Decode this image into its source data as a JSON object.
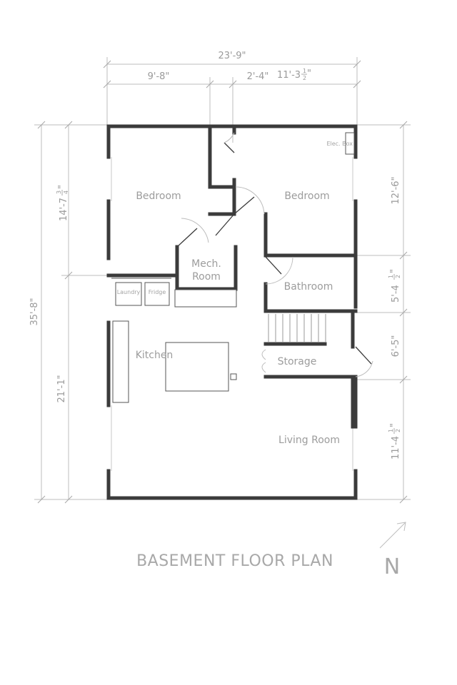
{
  "dimensions": {
    "overall_width": "23'-9\"",
    "segment_1": "9'-8\"",
    "segment_2": "2'-4\"",
    "segment_3_main": "11'-3",
    "segment_3_frac_num": "1",
    "segment_3_frac_den": "2",
    "segment_3_inch": "\"",
    "overall_depth": "35'-8\"",
    "left_upper": "14'-7",
    "left_upper_frac_num": "3",
    "left_upper_frac_den": "4",
    "left_upper_inch": "\"",
    "left_lower": "21'-1\"",
    "right_1": "12'-6\"",
    "right_2_main": "5'-4",
    "right_2_frac_num": "1",
    "right_2_frac_den": "2",
    "right_2_inch": "\"",
    "right_3": "6'-5\"",
    "right_4_main": "11'-4",
    "right_4_frac_num": "1",
    "right_4_frac_den": "2",
    "right_4_inch": "\""
  },
  "rooms": {
    "bedroom_left": "Bedroom",
    "bedroom_right": "Bedroom",
    "mech_line1": "Mech.",
    "mech_line2": "Room",
    "bathroom": "Bathroom",
    "kitchen": "Kitchen",
    "storage": "Storage",
    "living_room": "Living Room"
  },
  "fixtures": {
    "laundry": "Laundry",
    "fridge": "Fridge",
    "elec_box": "Elec. Box"
  },
  "title": "BASEMENT FLOOR PLAN",
  "north_label": "N"
}
